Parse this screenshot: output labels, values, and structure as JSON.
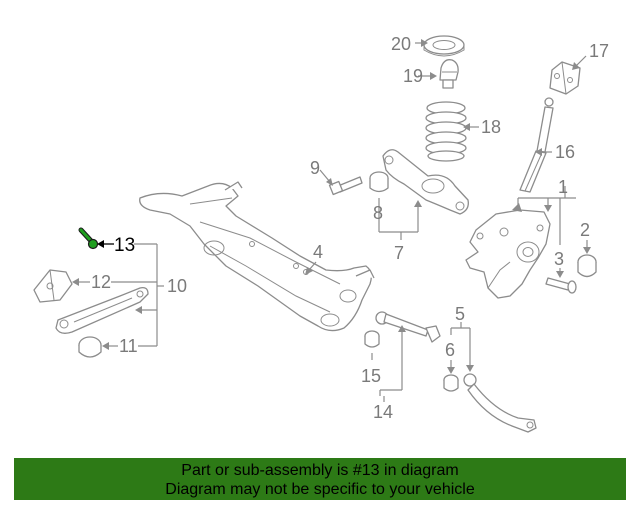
{
  "diagram": {
    "callouts": {
      "c1": "1",
      "c2": "2",
      "c3": "3",
      "c4": "4",
      "c5": "5",
      "c6": "6",
      "c7": "7",
      "c8": "8",
      "c9": "9",
      "c10": "10",
      "c11": "11",
      "c12": "12",
      "c13": "13",
      "c14": "14",
      "c15": "15",
      "c16": "16",
      "c17": "17",
      "c18": "18",
      "c19": "19",
      "c20": "20"
    },
    "highlighted_part": "13",
    "highlight_color": "#1f9e1f",
    "line_color": "#8c8c8c"
  },
  "banner": {
    "line1": "Part or sub-assembly is #13 in diagram",
    "line2": "Diagram may not be specific to your vehicle",
    "background": "#2d7a16"
  }
}
